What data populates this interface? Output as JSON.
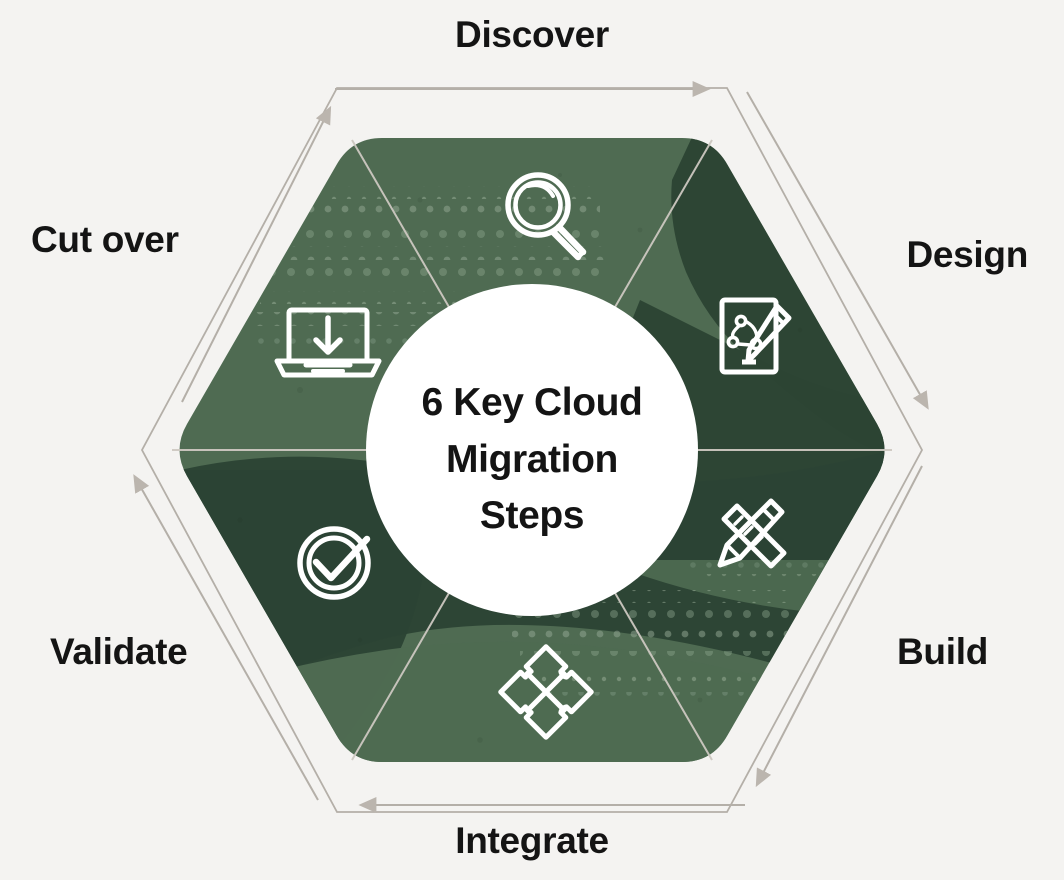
{
  "diagram": {
    "title_lines": [
      "6 Key Cloud",
      "Migration",
      "Steps"
    ],
    "shape": "hexagon-cycle",
    "rotation": "clockwise",
    "colors": {
      "background": "#f4f3f1",
      "green_light": "#4f6b52",
      "green_dark": "#2c4434",
      "center_circle": "#ffffff",
      "icon_stroke": "#ffffff",
      "arrow_gray": "#bbb5ae",
      "outline_gray": "#a9a49d",
      "label_text": "#141414"
    },
    "steps": [
      {
        "id": "discover",
        "label": "Discover",
        "icon": "magnifier-icon",
        "order": 1
      },
      {
        "id": "design",
        "label": "Design",
        "icon": "tablet-pencil-icon",
        "order": 2
      },
      {
        "id": "build",
        "label": "Build",
        "icon": "ruler-pencil-icon",
        "order": 3
      },
      {
        "id": "integrate",
        "label": "Integrate",
        "icon": "puzzle-icon",
        "order": 4
      },
      {
        "id": "validate",
        "label": "Validate",
        "icon": "check-circle-icon",
        "order": 5
      },
      {
        "id": "cutover",
        "label": "Cut over",
        "icon": "laptop-download-icon",
        "order": 6
      }
    ],
    "arrows": [
      {
        "id": "arrow-top",
        "direction": "right",
        "between": "Cut over to Discover"
      },
      {
        "id": "arrow-upper-right",
        "direction": "down-right",
        "between": "Discover to Design"
      },
      {
        "id": "arrow-lower-right",
        "direction": "down-left",
        "between": "Design to Build"
      },
      {
        "id": "arrow-bottom",
        "direction": "left",
        "between": "Build to Integrate"
      },
      {
        "id": "arrow-lower-left",
        "direction": "up-left",
        "between": "Integrate to Validate"
      },
      {
        "id": "arrow-upper-left",
        "direction": "up-right",
        "between": "Validate to Cut over"
      }
    ]
  }
}
